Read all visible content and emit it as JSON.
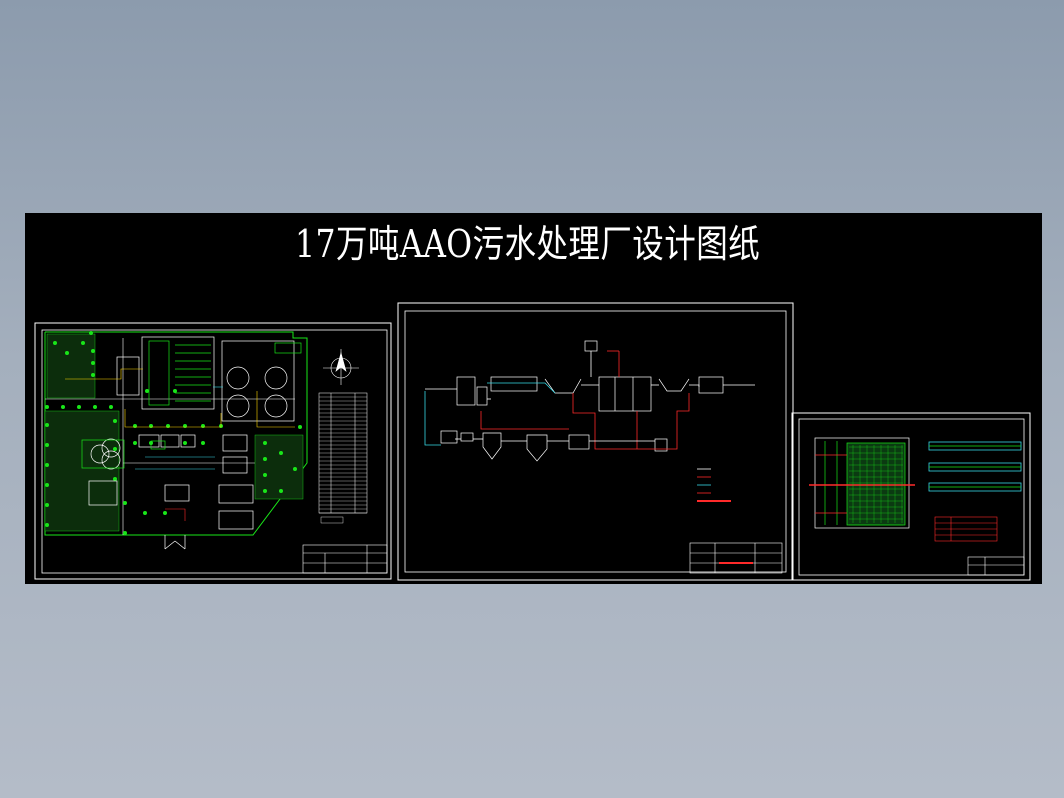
{
  "drawing": {
    "title": "17万吨AAO污水处理厂设计图纸"
  },
  "colors": {
    "background": "#a4afbd",
    "sheet": "#000000",
    "line_white": "#ffffff",
    "line_red": "#ff2a2a",
    "line_green": "#19e619",
    "line_cyan": "#36d9e6",
    "line_yellow": "#ffd700"
  },
  "sheets": [
    {
      "id": "site-plan",
      "content": "plant layout plan"
    },
    {
      "id": "process-flow",
      "content": "process flow elevation"
    },
    {
      "id": "tank-detail",
      "content": "reactor plan and sections"
    }
  ]
}
